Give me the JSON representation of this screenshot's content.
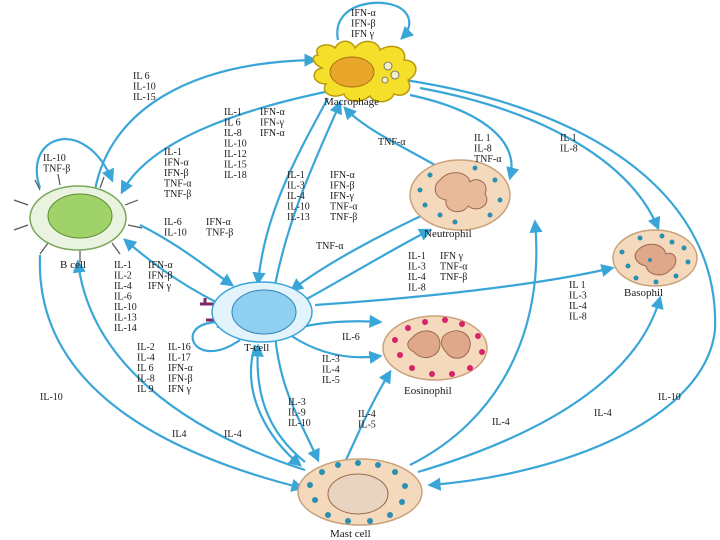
{
  "colors": {
    "arrow": "#3aa6d8",
    "macrophage": "#f5df2a",
    "bcell": "#9fd36a",
    "tcell": "#8fd0f2",
    "granulocyte": "#f4d9bd",
    "eosinophil_granule": "#d6246a",
    "mast_granule": "#2a8fb0"
  },
  "cells": {
    "macrophage": "Macrophage",
    "bcell": "B cell",
    "tcell": "T-cell",
    "neutrophil": "Neutrophil",
    "basophil": "Basophil",
    "eosinophil": "Eosinophil",
    "mastcell": "Mast cell"
  },
  "labels": {
    "mac_self": [
      "IFN-α",
      "IFN-β",
      "IFN γ"
    ],
    "to_bcell_top": [
      "IL 6",
      "IL-10",
      "IL-15"
    ],
    "bcell_self": [
      "IL-10",
      "TNF-β"
    ],
    "mac_to_t_a": [
      "IL-1",
      "IL 6",
      "IL-8",
      "IL-10",
      "IL-12",
      "IL-15",
      "IL-18"
    ],
    "mac_to_t_b": [
      "IFN-α",
      "IFN-γ",
      "IFN-α"
    ],
    "to_bcell_mid": [
      "IL-1",
      "IFN-α",
      "IFN-β",
      "TNF-α",
      "TNF-β"
    ],
    "t_to_mac_a": [
      "IL-1",
      "IL-3",
      "IL-4",
      "IL-10",
      "IL-13"
    ],
    "t_to_mac_b": [
      "IFN-α",
      "IFN-β",
      "IFN-γ",
      "TNF-α",
      "TNF-β"
    ],
    "tnf_mac": [
      "TNF-α"
    ],
    "mac_to_neut": [
      "IL 1",
      "IL-8",
      "TNF-α"
    ],
    "mac_to_baso": [
      "IL 1",
      "IL-8"
    ],
    "b_to_t": [
      "IL-6",
      "IL-10"
    ],
    "b_to_t_b": [
      "IFN-α",
      "TNF-β"
    ],
    "tnf_neut": [
      "TNF-α"
    ],
    "t_to_b_a": [
      "IL-1",
      "IL-2",
      "IL-4",
      "IL-6",
      "IL-10",
      "IL-13",
      "IL-14"
    ],
    "t_to_b_b": [
      "IFN-α",
      "IFN-β",
      "IFN γ"
    ],
    "t_to_neut_a": [
      "IL-1",
      "IL-3",
      "IL-4",
      "IL-8"
    ],
    "t_to_neut_b": [
      "IFN γ",
      "TNF-α",
      "TNF-β"
    ],
    "t_to_baso": [
      "IL 1",
      "IL-3",
      "IL-4",
      "IL-8"
    ],
    "tcell_self_a": [
      "IL-2",
      "IL-4",
      "IL 6",
      "IL-8",
      "IL 9"
    ],
    "tcell_self_b": [
      "IL-16",
      "IL-17",
      "IFN-α",
      "IFN-β",
      "IFN γ"
    ],
    "t_to_eos": [
      "IL-6"
    ],
    "t_to_eos_b": [
      "IL-3",
      "IL-4",
      "IL-5"
    ],
    "t_to_mast": [
      "IL-3",
      "IL-9",
      "IL-10"
    ],
    "mast_to_eos": [
      "IL-4",
      "IL-5"
    ],
    "il10_left": [
      "IL-10"
    ],
    "il4_left": [
      "IL4"
    ],
    "il4_mid": [
      "IL-4"
    ],
    "il4_right": [
      "IL-4"
    ],
    "il4_baso": [
      "IL-4"
    ],
    "il10_right": [
      "IL-10"
    ]
  }
}
